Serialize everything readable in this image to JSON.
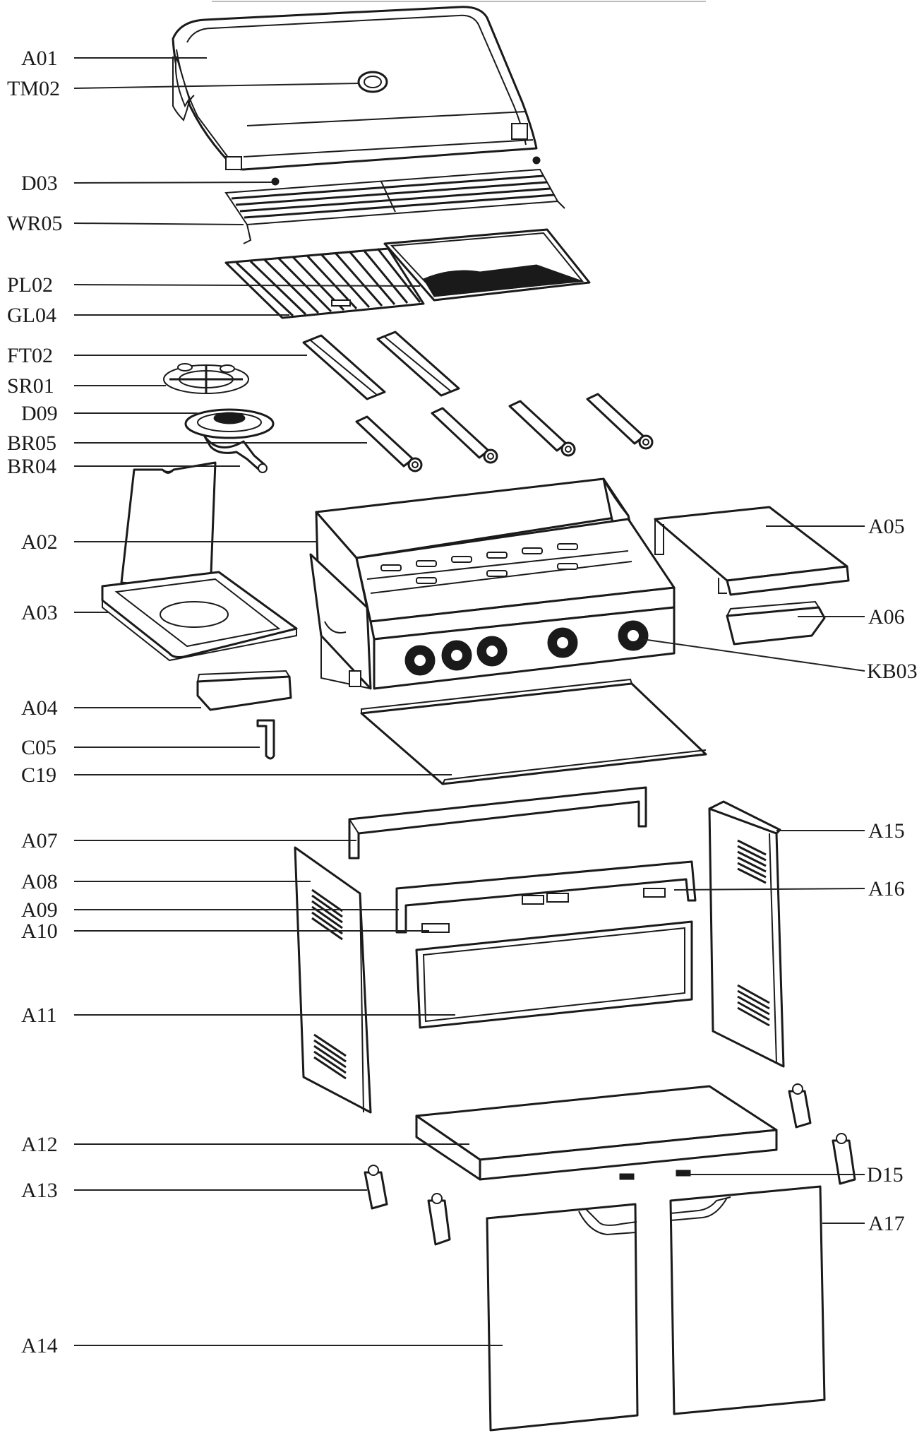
{
  "diagram": {
    "type": "exploded-parts-diagram",
    "labels": [
      {
        "id": "A01"
      },
      {
        "id": "TM02"
      },
      {
        "id": "D03"
      },
      {
        "id": "WR05"
      },
      {
        "id": "PL02"
      },
      {
        "id": "GL04"
      },
      {
        "id": "FT02"
      },
      {
        "id": "SR01"
      },
      {
        "id": "D09"
      },
      {
        "id": "BR05"
      },
      {
        "id": "BR04"
      },
      {
        "id": "A02"
      },
      {
        "id": "A03"
      },
      {
        "id": "A04"
      },
      {
        "id": "C05"
      },
      {
        "id": "C19"
      },
      {
        "id": "A07"
      },
      {
        "id": "A08"
      },
      {
        "id": "A09"
      },
      {
        "id": "A10"
      },
      {
        "id": "A11"
      },
      {
        "id": "A12"
      },
      {
        "id": "A13"
      },
      {
        "id": "A14"
      },
      {
        "id": "A05"
      },
      {
        "id": "A06"
      },
      {
        "id": "KB03"
      },
      {
        "id": "A15"
      },
      {
        "id": "A16"
      },
      {
        "id": "D15"
      },
      {
        "id": "A17"
      }
    ]
  }
}
